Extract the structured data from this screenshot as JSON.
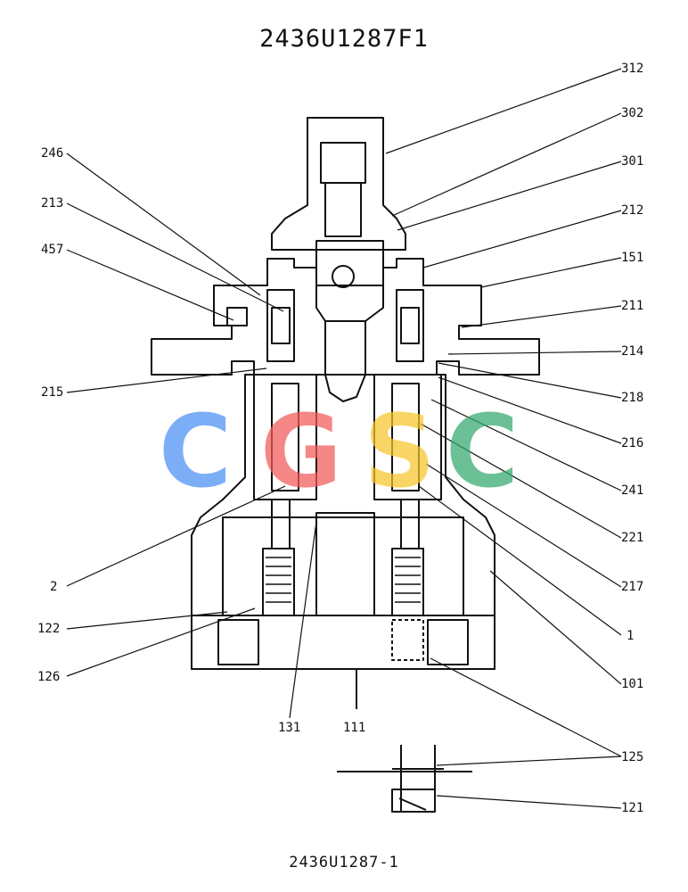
{
  "document": {
    "title": "2436U1287F1",
    "caption": "2436U1287-1"
  },
  "watermark": {
    "letters": [
      "C",
      "G",
      "S",
      "C"
    ],
    "colors": [
      "#4a8ff5",
      "#f25a5a",
      "#f7c52a",
      "#33a86e"
    ]
  },
  "callouts": {
    "312": "312",
    "302": "302",
    "301": "301",
    "212": "212",
    "151": "151",
    "211": "211",
    "214": "214",
    "218": "218",
    "216": "216",
    "241": "241",
    "221": "221",
    "217": "217",
    "1": "1",
    "101": "101",
    "125": "125",
    "121": "121",
    "246": "246",
    "213": "213",
    "457": "457",
    "215": "215",
    "2": "2",
    "122": "122",
    "126": "126",
    "131": "131",
    "111": "111"
  }
}
